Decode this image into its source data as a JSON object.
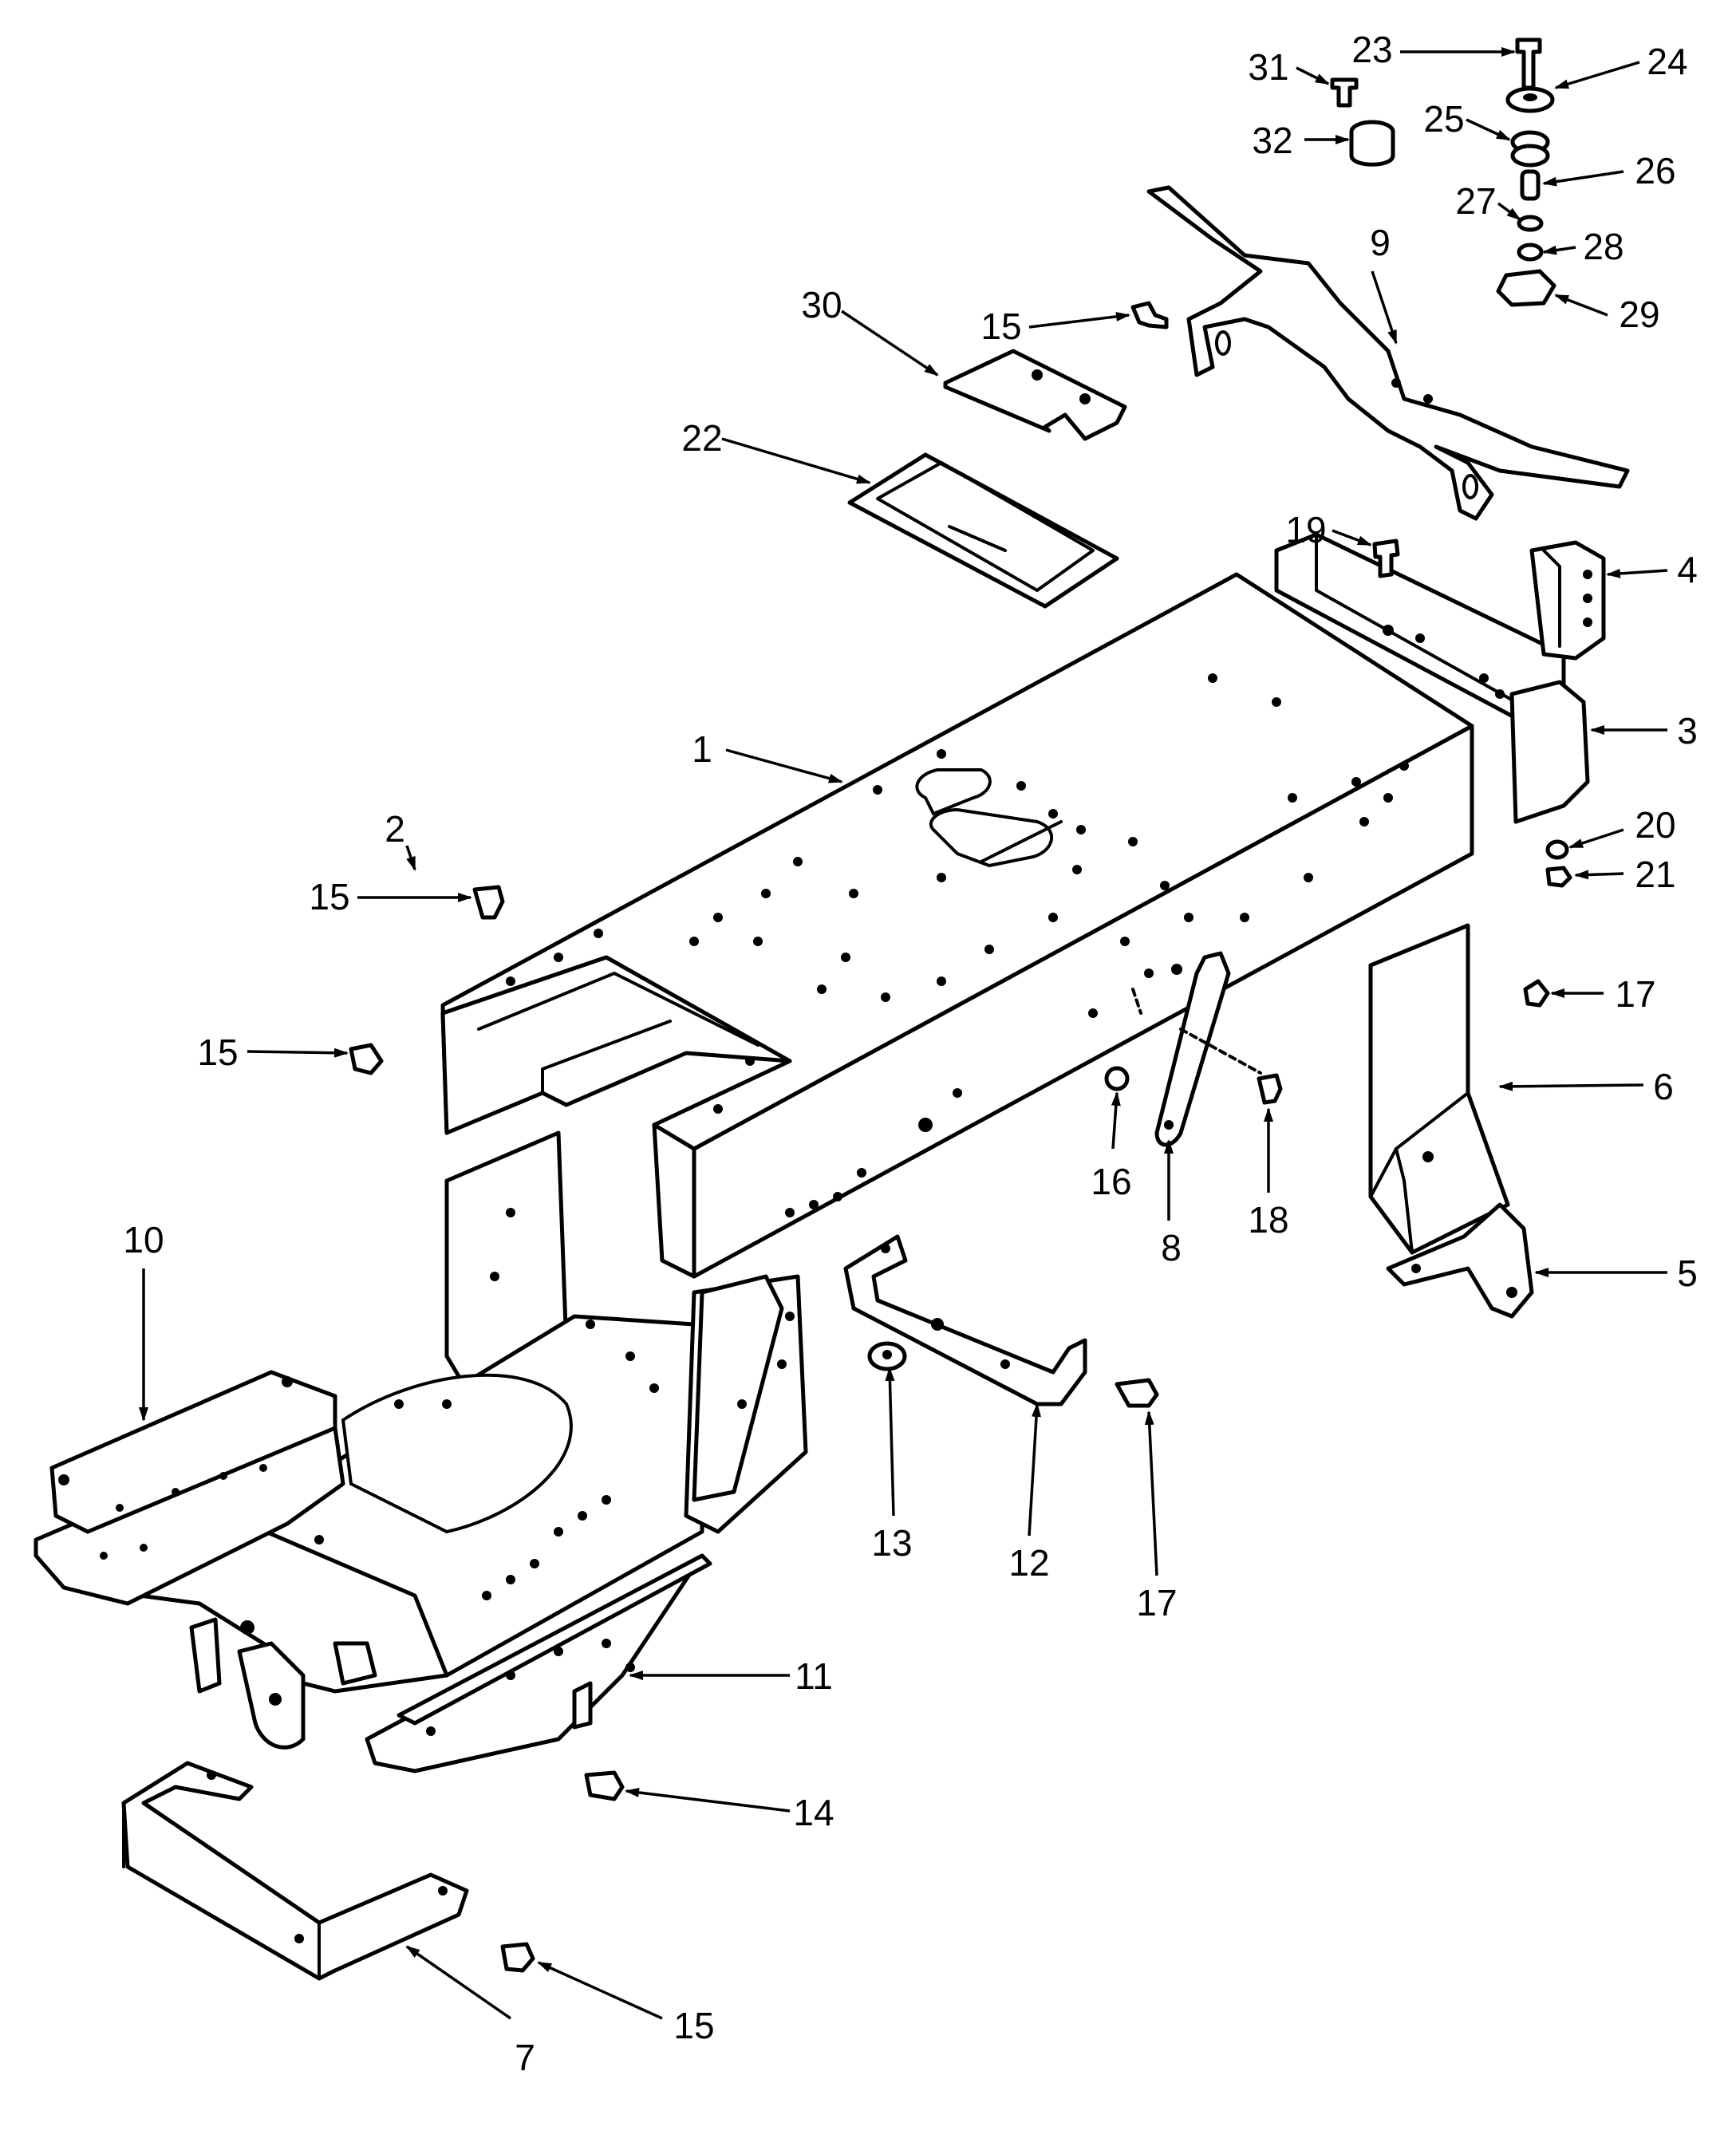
{
  "figure": {
    "description_labels": []
  },
  "callouts": {
    "c1": "1",
    "c2": "2",
    "c3": "3",
    "c4": "4",
    "c5": "5",
    "c6": "6",
    "c7": "7",
    "c8": "8",
    "c9": "9",
    "c10": "10",
    "c11": "11",
    "c12": "12",
    "c13": "13",
    "c14": "14",
    "c15a": "15",
    "c15b": "15",
    "c15c": "15",
    "c15d": "15",
    "c16": "16",
    "c17a": "17",
    "c17b": "17",
    "c18": "18",
    "c19": "19",
    "c20": "20",
    "c21": "21",
    "c22": "22",
    "c23": "23",
    "c24": "24",
    "c25": "25",
    "c26": "26",
    "c27": "27",
    "c28": "28",
    "c29": "29",
    "c30": "30",
    "c31": "31",
    "c32": "32"
  }
}
